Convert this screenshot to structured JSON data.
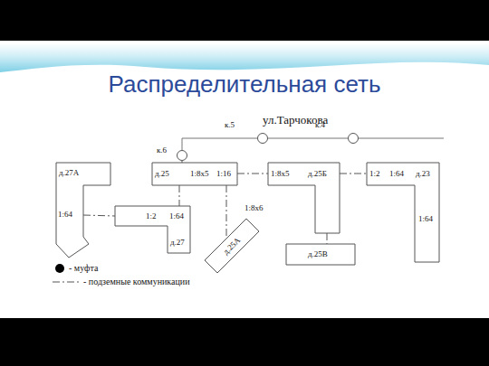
{
  "diagram": {
    "title": "Распределительная сеть",
    "nodes": [
      {
        "text": [
          "к.5"
        ]
      },
      {
        "text": [
          "к.4"
        ]
      },
      {
        "text": [
          "к.6"
        ]
      },
      {
        "text": [
          "д.27А",
          "1:64"
        ]
      },
      {
        "text": [
          "д.25",
          "1:8х5",
          "1:16"
        ]
      },
      {
        "text": [
          "1:8х5",
          "д.25Б"
        ]
      },
      {
        "text": [
          "1:2",
          "1:64",
          "д.23",
          "1:64"
        ]
      },
      {
        "text": [
          "1:2",
          "1:64",
          "д.27"
        ]
      },
      {
        "text": [
          "1:8х6",
          "д.25А"
        ]
      },
      {
        "text": [
          "д.25В"
        ]
      }
    ],
    "edges": [
      {
        "from": 2,
        "to": 0,
        "arrow": "none"
      },
      {
        "from": 0,
        "to": 1,
        "arrow": "none"
      },
      {
        "from": 2,
        "to": 4,
        "arrow": "none"
      },
      {
        "from": 4,
        "to": 5,
        "arrow": "none"
      },
      {
        "from": 5,
        "to": 6,
        "arrow": "none"
      },
      {
        "from": 4,
        "to": 7,
        "arrow": "none"
      },
      {
        "from": 4,
        "to": 8,
        "arrow": "none"
      },
      {
        "from": 3,
        "to": 7,
        "arrow": "none"
      },
      {
        "from": 5,
        "to": 9,
        "arrow": "none"
      }
    ],
    "labels": [
      "ул.Тарчокова"
    ],
    "legend": [
      {
        "text": "- муфта"
      },
      {
        "text": "- подземные коммуникации"
      }
    ]
  }
}
